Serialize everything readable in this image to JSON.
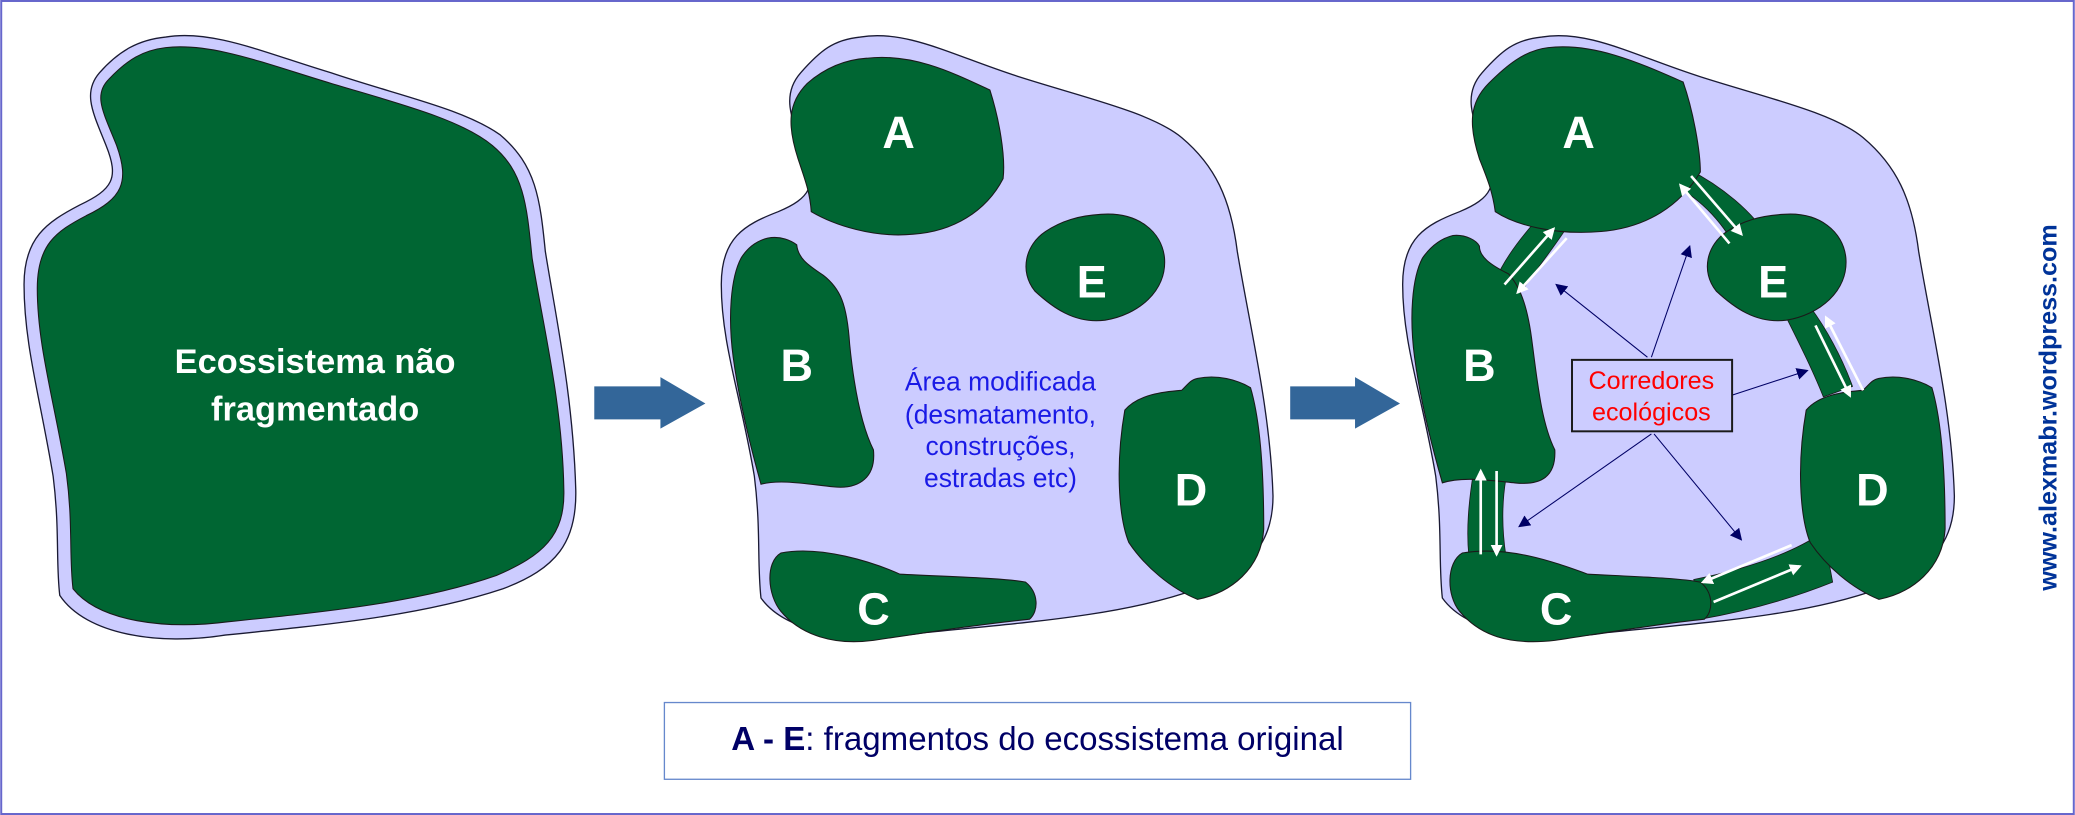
{
  "colors": {
    "forest": "#006633",
    "modified_area": "#ccccff",
    "arrow": "#336699",
    "frame_border": "#6666cc",
    "corridor_pointer": "#000066",
    "modified_text": "#1a1ae6",
    "corridor_label_text": "#ff0000",
    "caption_text": "#000066",
    "watermark_text": "#003399"
  },
  "panels": [
    {
      "id": "intact",
      "label_lines": [
        "Ecossistema não",
        "fragmentado"
      ]
    },
    {
      "id": "fragmented",
      "fragments": [
        "A",
        "B",
        "C",
        "D",
        "E"
      ],
      "modified_area_lines": [
        "Área modificada",
        "(desmatamento,",
        "construções,",
        "estradas etc)"
      ]
    },
    {
      "id": "corridors",
      "fragments": [
        "A",
        "B",
        "C",
        "D",
        "E"
      ],
      "corridor_links": [
        [
          "A",
          "B"
        ],
        [
          "A",
          "E"
        ],
        [
          "E",
          "D"
        ],
        [
          "D",
          "C"
        ],
        [
          "B",
          "C"
        ]
      ],
      "corridor_label_lines": [
        "Corredores",
        "ecológicos"
      ]
    }
  ],
  "caption": {
    "bold": "A - E",
    "text": ": fragmentos do ecossistema original"
  },
  "watermark": "www.alexmabr.wordpress.com"
}
